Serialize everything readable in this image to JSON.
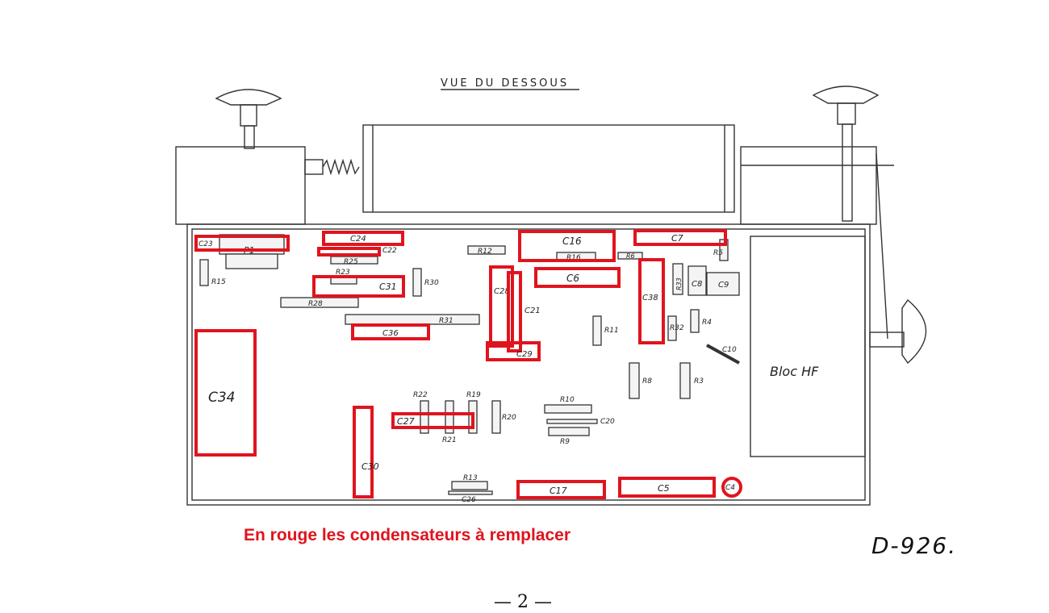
{
  "diagram": {
    "title": "VUE DU DESSOUS",
    "bloc_label": "Bloc HF",
    "capacitors_to_replace": [
      "C24",
      "C22",
      "C31",
      "C36",
      "C34",
      "C30",
      "C27",
      "C16",
      "C7",
      "C6",
      "C28",
      "C21",
      "C29",
      "C38",
      "C17",
      "C5",
      "C4",
      "C23"
    ],
    "component_labels": {
      "C23": "C23",
      "P1": "P1",
      "C24": "C24",
      "C22": "C22",
      "R25": "R25",
      "R23": "R23",
      "C31": "C31",
      "R30": "R30",
      "R15": "R15",
      "R28": "R28",
      "R31": "R31",
      "C36": "C36",
      "C34": "C34",
      "C30": "C30",
      "R22": "R22",
      "R19": "R19",
      "R20": "R20",
      "C27": "C27",
      "R21": "R21",
      "R13": "R13",
      "C26": "C26",
      "R12": "R12",
      "C16": "C16",
      "R16": "R16",
      "R6": "R6",
      "C6": "C6",
      "C28": "C28",
      "C21": "C21",
      "C29": "C29",
      "R11": "R11",
      "R10": "R10",
      "C20": "C20",
      "R9": "R9",
      "C17": "C17",
      "C7": "C7",
      "R5": "R5",
      "R33": "R33",
      "C8": "C8",
      "C9": "C9",
      "C38": "C38",
      "R32": "R32",
      "R4": "R4",
      "C10": "C10",
      "R8": "R8",
      "R3": "R3",
      "C5": "C5",
      "C4": "C4"
    }
  },
  "caption": "En rouge les condensateurs à remplacer",
  "reference": "D-926.",
  "page_number": "— 2 —",
  "colors": {
    "highlight": "#e0141e",
    "ink": "#222222"
  }
}
